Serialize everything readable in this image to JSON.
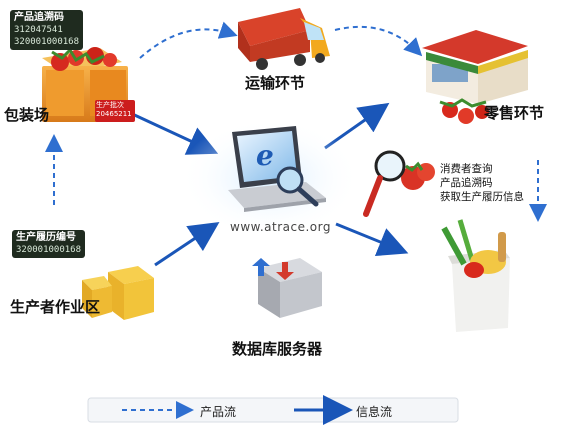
{
  "nodes": {
    "packing": {
      "label": "包装场",
      "tag_title": "产品追溯码",
      "tag_code1": "312047541",
      "tag_code2": "320001000168",
      "box_text1": "生产批次",
      "box_text2": "20465211"
    },
    "transport": {
      "label": "运输环节"
    },
    "retail": {
      "label": "零售环节"
    },
    "producer": {
      "label": "生产者作业区",
      "tag_title": "生产履历编号",
      "tag_code": "320001000168"
    },
    "web": {
      "url": "www.atrace.org"
    },
    "database": {
      "label": "数据库服务器"
    },
    "consumer": {
      "line1": "消费者查询",
      "line2": "产品追溯码",
      "line3": "获取生产履历信息"
    }
  },
  "legend": {
    "product_flow": "产品流",
    "info_flow": "信息流"
  },
  "colors": {
    "dashed_arrow": "#2f6fd0",
    "solid_arrow": "#1a56b8"
  }
}
